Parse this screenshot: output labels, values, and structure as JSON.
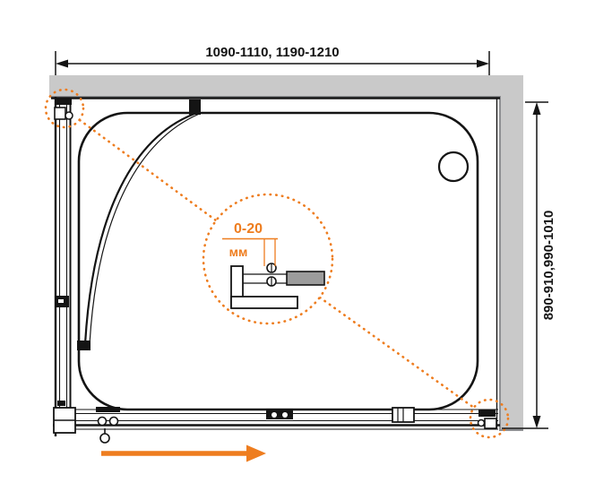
{
  "dimensions": {
    "width_label": "1090-1110, 1190-1210",
    "depth_label": "890-910,990-1010"
  },
  "detail_callout": {
    "range_label": "0-20",
    "unit_label": "мм"
  },
  "colors": {
    "accent_orange": "#EE7D1F",
    "wall_gray": "#C9C9C9",
    "wall_edge_gray": "#8F9093",
    "line_black": "#141414",
    "hardware_gray": "#9C9C9C"
  }
}
